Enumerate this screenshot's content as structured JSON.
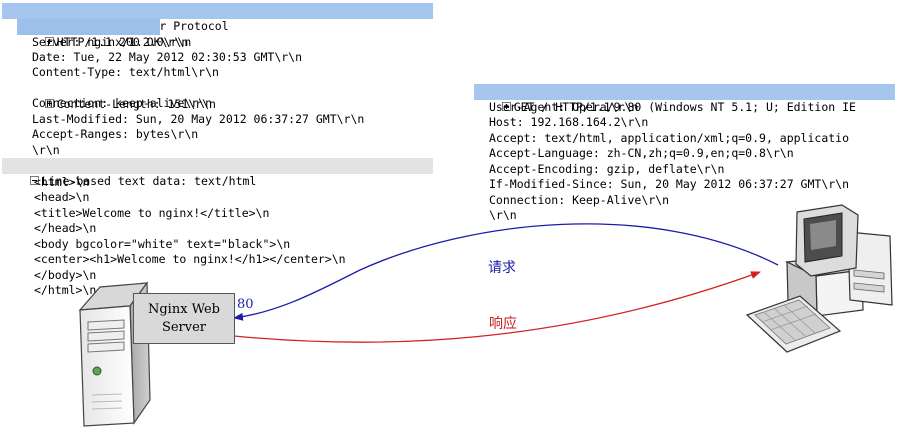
{
  "response_panel": {
    "title": "Hypertext Transfer Protocol",
    "headers": [
      "HTTP/1.1 200 OK\\r\\n",
      "Server: nginx/1.2.0\\r\\n",
      "Date: Tue, 22 May 2012 02:30:53 GMT\\r\\n",
      "Content-Type: text/html\\r\\n",
      "Content-Length: 151\\r\\n",
      "Connection: keep-alive\\r\\n",
      "Last-Modified: Sun, 20 May 2012 06:37:27 GMT\\r\\n",
      "Accept-Ranges: bytes\\r\\n",
      "\\r\\n"
    ],
    "body_title": "Line-based text data: text/html",
    "body_lines": [
      "<html>\\n",
      "<head>\\n",
      "<title>Welcome to nginx!</title>\\n",
      "</head>\\n",
      "<body bgcolor=\"white\" text=\"black\">\\n",
      "<center><h1>Welcome to nginx!</h1></center>\\n",
      "</body>\\n",
      "</html>\\n"
    ]
  },
  "request_panel": {
    "lines": [
      "GET / HTTP/1.1\\r\\n",
      "User-Agent: Opera/9.80 (Windows NT 5.1; U; Edition IE",
      "Host: 192.168.164.2\\r\\n",
      "Accept: text/html, application/xml;q=0.9, applicatio",
      "Accept-Language: zh-CN,zh;q=0.9,en;q=0.8\\r\\n",
      "Accept-Encoding: gzip, deflate\\r\\n",
      "If-Modified-Since: Sun, 20 May 2012 06:37:27 GMT\\r\\n",
      "Connection: Keep-Alive\\r\\n",
      "\\r\\n"
    ]
  },
  "server": {
    "label_line1": "Nginx Web",
    "label_line2": "Server",
    "port": "80"
  },
  "arrows": {
    "request_label": "请求",
    "response_label": "响应",
    "request_color": "#1c1caa",
    "response_color": "#d42020"
  },
  "icons": {
    "server": "server-tower-icon",
    "client": "desktop-computer-icon"
  }
}
